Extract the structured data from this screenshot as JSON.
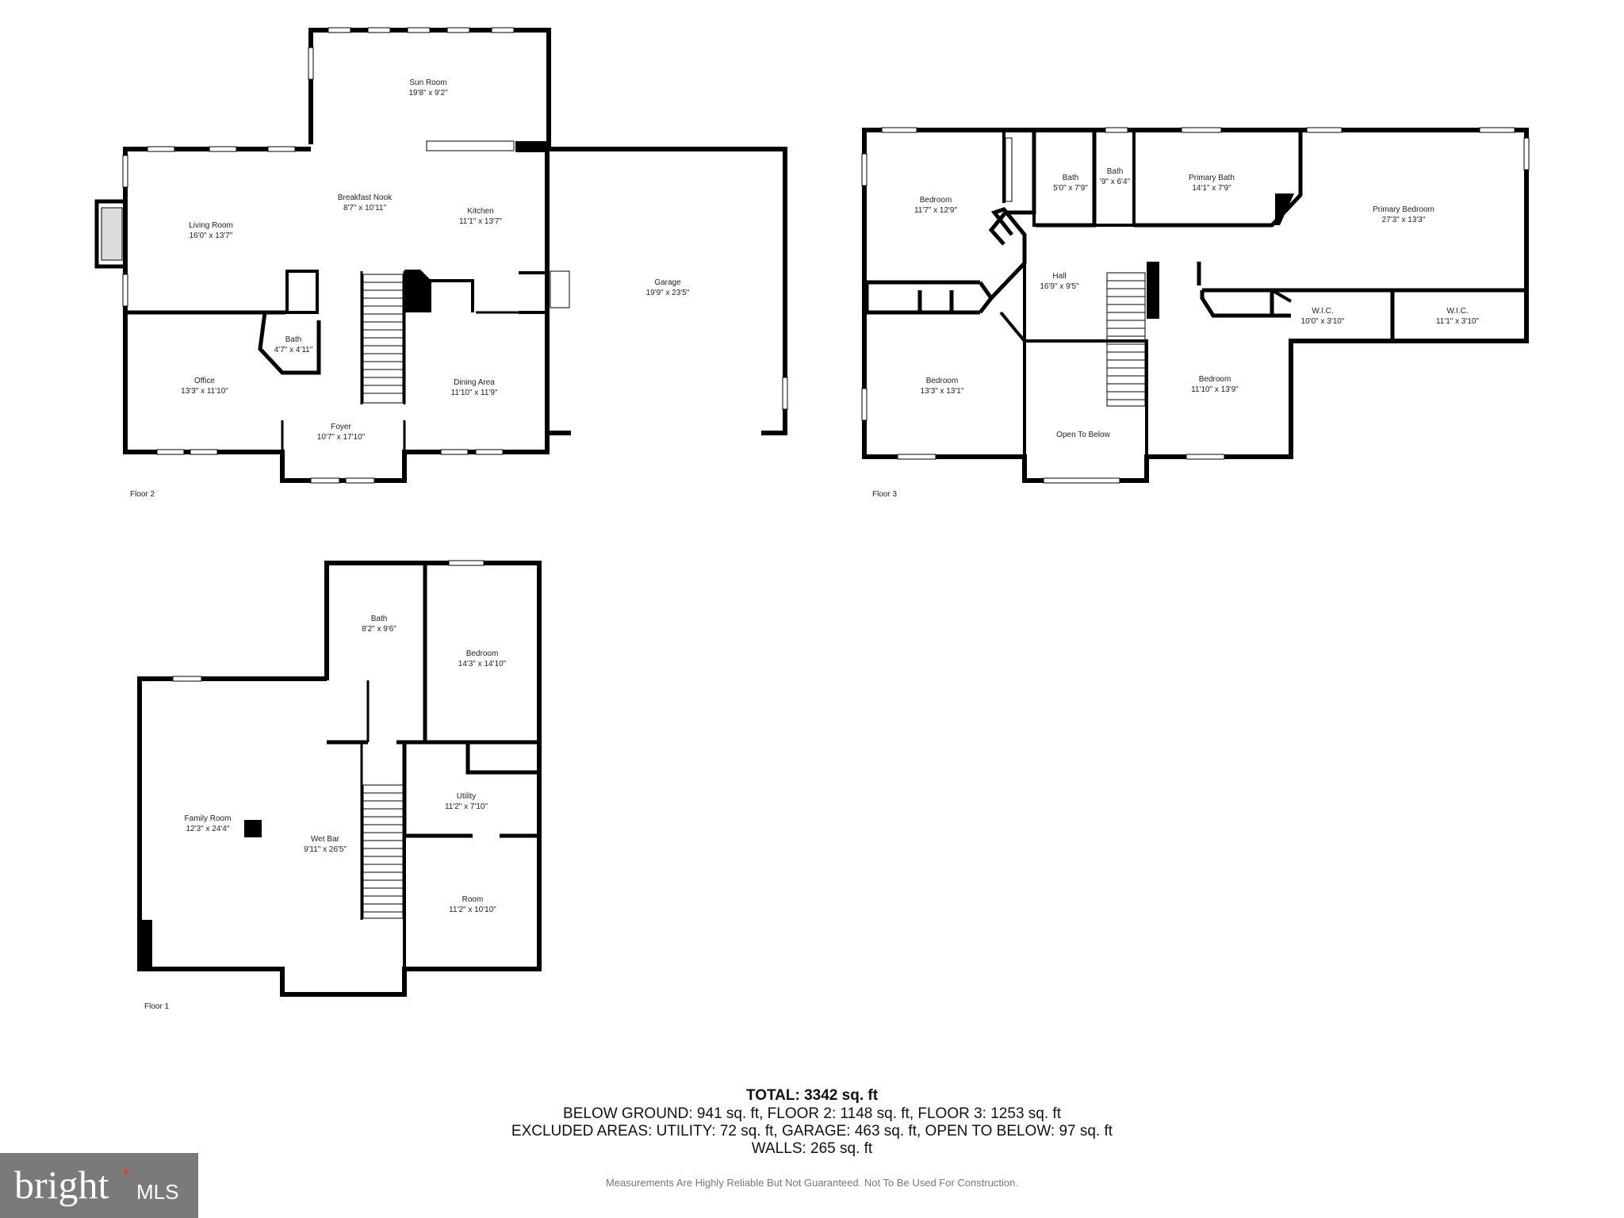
{
  "floors": {
    "floor2": {
      "label": "Floor 2",
      "rooms": [
        {
          "name": "Sun Room",
          "size": "19'8\" x 9'2\""
        },
        {
          "name": "Breakfast Nook",
          "size": "8'7\" x 10'11\""
        },
        {
          "name": "Kitchen",
          "size": "11'1\" x 13'7\""
        },
        {
          "name": "Living Room",
          "size": "16'0\" x 13'7\""
        },
        {
          "name": "Garage",
          "size": "19'9\" x 23'5\""
        },
        {
          "name": "Bath",
          "size": "4'7\" x 4'11\""
        },
        {
          "name": "Office",
          "size": "13'3\" x 11'10\""
        },
        {
          "name": "Dining Area",
          "size": "11'10\" x 11'9\""
        },
        {
          "name": "Foyer",
          "size": "10'7\" x 17'10\""
        }
      ]
    },
    "floor3": {
      "label": "Floor 3",
      "rooms": [
        {
          "name": "Bedroom",
          "size": "11'7\" x 12'9\""
        },
        {
          "name": "Bath",
          "size": "5'0\" x 7'9\""
        },
        {
          "name": "Bath",
          "size": "'9\" x 6'4\""
        },
        {
          "name": "Primary Bath",
          "size": "14'1\" x 7'9\""
        },
        {
          "name": "Primary Bedroom",
          "size": "27'3\" x 13'3\""
        },
        {
          "name": "Hall",
          "size": "16'9\" x 9'5\""
        },
        {
          "name": "W.I.C.",
          "size": "10'0\" x 3'10\""
        },
        {
          "name": "W.I.C.",
          "size": "11'1\" x 3'10\""
        },
        {
          "name": "Bedroom",
          "size": "13'3\" x 13'1\""
        },
        {
          "name": "Bedroom",
          "size": "11'10\" x 13'9\""
        },
        {
          "name": "Open To Below",
          "size": ""
        }
      ]
    },
    "floor1": {
      "label": "Floor 1",
      "rooms": [
        {
          "name": "Bath",
          "size": "8'2\" x 9'6\""
        },
        {
          "name": "Bedroom",
          "size": "14'3\" x 14'10\""
        },
        {
          "name": "Utility",
          "size": "11'2\" x 7'10\""
        },
        {
          "name": "Family Room",
          "size": "12'3\" x 24'4\""
        },
        {
          "name": "Wet Bar",
          "size": "9'11\" x 26'5\""
        },
        {
          "name": "Room",
          "size": "11'2\" x 10'10\""
        }
      ]
    }
  },
  "summary": {
    "total": "TOTAL: 3342 sq. ft",
    "below": "BELOW GROUND: 941 sq. ft, FLOOR 2: 1148 sq. ft, FLOOR 3: 1253 sq. ft",
    "excluded": "EXCLUDED AREAS: UTILITY: 72 sq. ft, GARAGE: 463 sq. ft, OPEN TO BELOW: 97 sq. ft",
    "walls": "WALLS: 265 sq. ft"
  },
  "disclaimer": "Measurements Are Highly Reliable But Not Guaranteed. Not To Be Used For Construction.",
  "logo": {
    "brand": "bright",
    "suffix": "MLS",
    "bg_color": "#7a7a7a",
    "accent": "#e23b3b"
  }
}
